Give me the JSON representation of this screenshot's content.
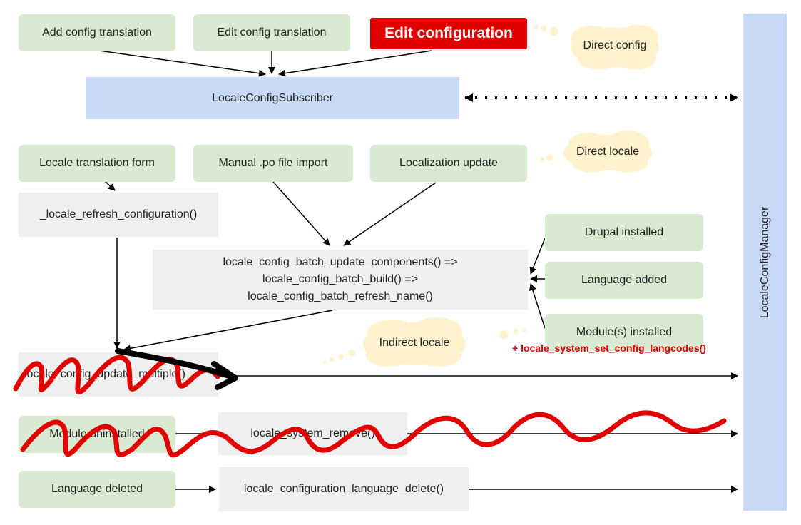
{
  "top_row": {
    "add_config_translation": "Add config translation",
    "edit_config_translation": "Edit config translation",
    "edit_configuration": "Edit configuration"
  },
  "clouds": {
    "direct_config": "Direct config",
    "direct_locale": "Direct locale",
    "indirect_locale": "Indirect locale"
  },
  "subscriber": "LocaleConfigSubscriber",
  "middle_row": {
    "locale_translation_form": "Locale translation form",
    "manual_po_import": "Manual .po file import",
    "localization_update": "Localization update"
  },
  "refresh_configuration": "_locale_refresh_configuration()",
  "batch": {
    "line1": "locale_config_batch_update_components() =>",
    "line2": "locale_config_batch_build() =>",
    "line3": "locale_config_batch_refresh_name()"
  },
  "events": {
    "drupal_installed": "Drupal installed",
    "language_added": "Language added",
    "modules_installed": "Module(s) installed"
  },
  "set_config_langcodes": "+ locale_system_set_config_langcodes()",
  "update_multiple": "locale_config_update_multiple()",
  "module_uninstalled": "Module uninstalled",
  "system_remove": "locale_system_remove()",
  "language_deleted": "Language deleted",
  "configuration_language_delete": "locale_configuration_language_delete()",
  "manager": "LocaleConfigManager",
  "colors": {
    "green_box": "#d9ead3",
    "grey_box": "#efefef",
    "blue_box": "#c9daf8",
    "red_highlight": "#e00000",
    "cloud": "#fff2cc"
  }
}
